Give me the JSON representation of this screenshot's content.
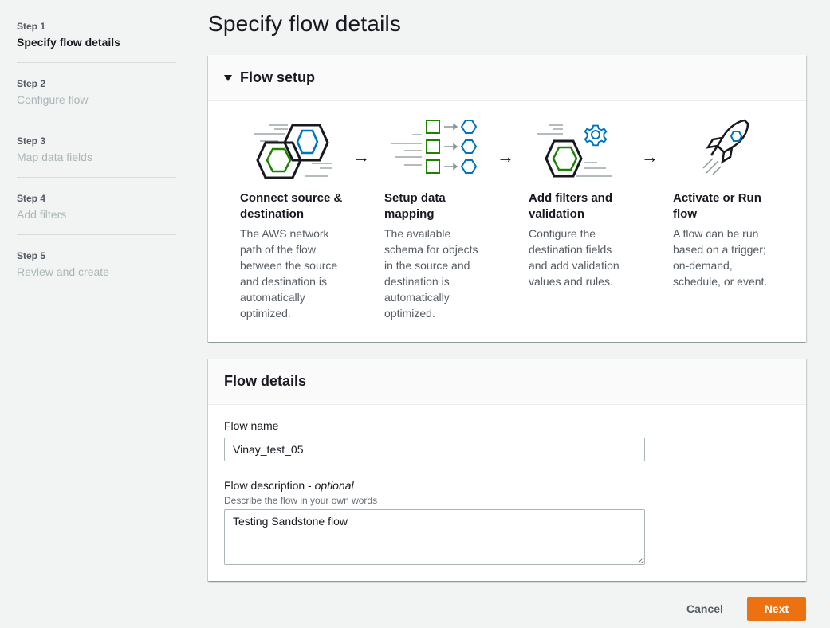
{
  "page_title": "Specify flow details",
  "steps": [
    {
      "num": "Step 1",
      "title": "Specify flow details",
      "active": true
    },
    {
      "num": "Step 2",
      "title": "Configure flow",
      "active": false
    },
    {
      "num": "Step 3",
      "title": "Map data fields",
      "active": false
    },
    {
      "num": "Step 4",
      "title": "Add filters",
      "active": false
    },
    {
      "num": "Step 5",
      "title": "Review and create",
      "active": false
    }
  ],
  "flow_setup": {
    "header": "Flow setup",
    "items": [
      {
        "title": "Connect source & destination",
        "description": "The AWS network path of the flow between the source and destination is automatically optimized.",
        "icon": "hexagon-connect-icon"
      },
      {
        "title": "Setup data mapping",
        "description": "The available schema for objects in the source and destination is automatically optimized.",
        "icon": "data-mapping-icon"
      },
      {
        "title": "Add filters and validation",
        "description": "Configure the destination fields and add validation values and rules.",
        "icon": "gear-filter-icon"
      },
      {
        "title": "Activate or Run flow",
        "description": "A flow can be run based on a trigger; on-demand, schedule, or event.",
        "icon": "rocket-icon"
      }
    ],
    "arrow": "→"
  },
  "flow_details": {
    "header": "Flow details",
    "name_label": "Flow name",
    "name_value": "Vinay_test_05",
    "description_label": "Flow description",
    "description_optional": "optional",
    "description_hint": "Describe the flow in your own words",
    "description_value": "Testing Sandstone flow"
  },
  "buttons": {
    "cancel": "Cancel",
    "next": "Next"
  },
  "colors": {
    "accent": "#ec7211",
    "green": "#1d8102",
    "blue": "#0073bb"
  }
}
